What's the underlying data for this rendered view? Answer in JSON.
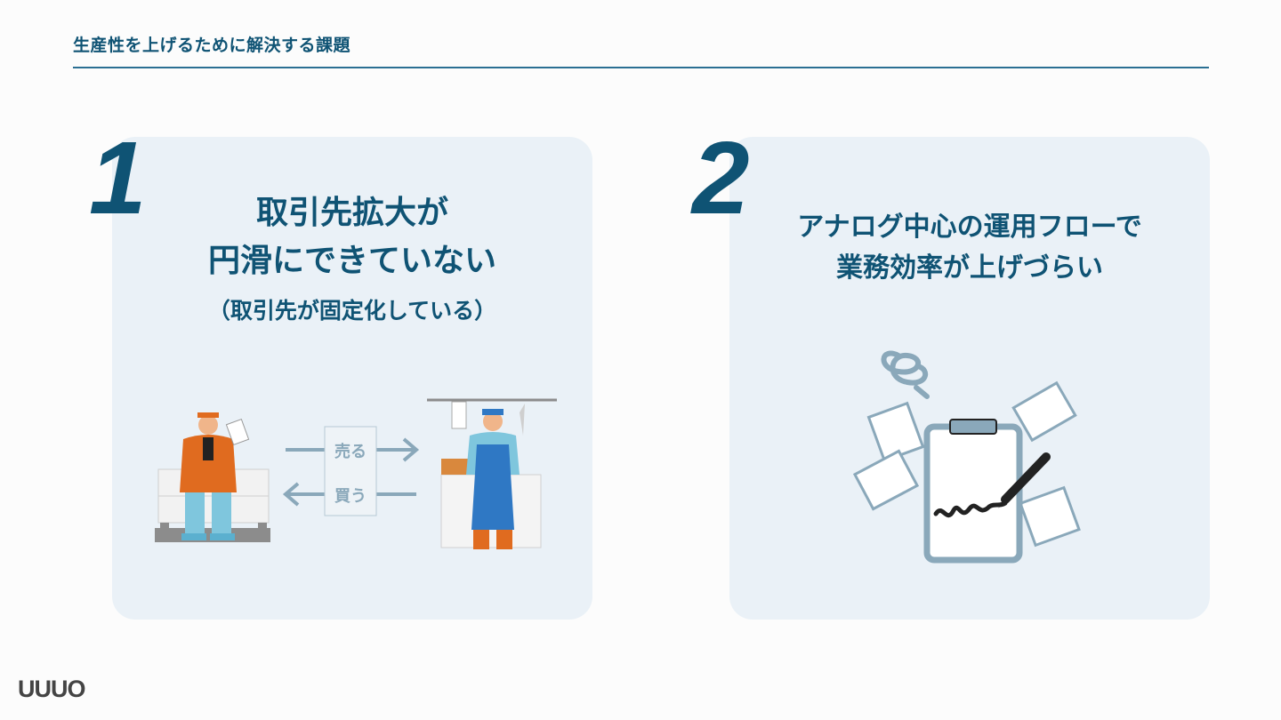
{
  "header": {
    "title": "生産性を上げるために解決する課題"
  },
  "cards": [
    {
      "number": "1",
      "heading_line1": "取引先拡大が",
      "heading_line2": "円滑にできていない",
      "subheading": "（取引先が固定化している）",
      "illustration": {
        "sell_label": "売る",
        "buy_label": "買う"
      }
    },
    {
      "number": "2",
      "heading_line1": "アナログ中心の運用フローで",
      "heading_line2": "業務効率が上げづらい"
    }
  ],
  "footer": {
    "logo_text": "UUUO"
  },
  "colors": {
    "primary": "#0f5374",
    "card_bg": "#eaf1f7",
    "accent_orange": "#e06b1f",
    "accent_blue": "#2f78c4",
    "line_gray": "#8aa8ba"
  }
}
